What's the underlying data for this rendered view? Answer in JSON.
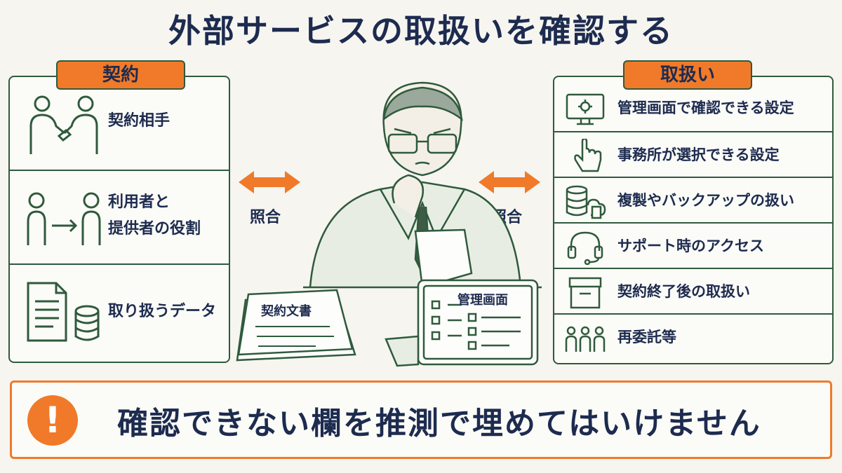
{
  "title": "外部サービスの取扱いを確認する",
  "left_panel": {
    "tag": "契約",
    "rows": [
      {
        "label": "契約相手",
        "icon": "handshake-icon"
      },
      {
        "label_line1": "利用者と",
        "label_line2": "提供者の役割",
        "icon": "user-to-user-icon"
      },
      {
        "label": "取り扱うデータ",
        "icon": "document-database-icon"
      }
    ]
  },
  "right_panel": {
    "tag": "取扱い",
    "rows": [
      {
        "label": "管理画面で確認できる設定",
        "icon": "monitor-gear-icon"
      },
      {
        "label": "事務所が選択できる設定",
        "icon": "pointing-hand-icon"
      },
      {
        "label": "複製やバックアップの扱い",
        "icon": "database-cloud-icon"
      },
      {
        "label": "サポート時のアクセス",
        "icon": "headset-icon"
      },
      {
        "label": "契約終了後の取扱い",
        "icon": "archive-box-icon"
      },
      {
        "label": "再委託等",
        "icon": "people-group-icon"
      }
    ]
  },
  "left_arrow_label": "照合",
  "right_arrow_label": "照合",
  "center": {
    "document_label": "契約文書",
    "laptop_label": "管理画面"
  },
  "banner": {
    "icon": "exclamation-icon",
    "mark": "!",
    "text": "確認できない欄を推測で埋めてはいけません"
  },
  "colors": {
    "accent": "#f07a2a",
    "line": "#2f5a3c",
    "text": "#1d2b4f"
  }
}
